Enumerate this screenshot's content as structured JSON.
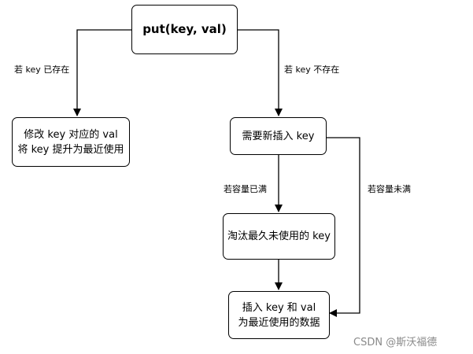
{
  "nodes": {
    "put": {
      "line1": "put(key, val)"
    },
    "update": {
      "line1": "修改 key 对应的 val",
      "line2": "将 key 提升为最近使用"
    },
    "insert": {
      "line1": "需要新插入 key"
    },
    "evict": {
      "line1": "淘汰最久未使用的 key"
    },
    "insert_final": {
      "line1": "插入 key 和 val",
      "line2": "为最近使用的数据"
    }
  },
  "edges": {
    "exists": "若 key 已存在",
    "not_exists": "若 key 不存在",
    "full": "若容量已满",
    "not_full": "若容量未满"
  },
  "watermark": "CSDN @斯沃福德"
}
